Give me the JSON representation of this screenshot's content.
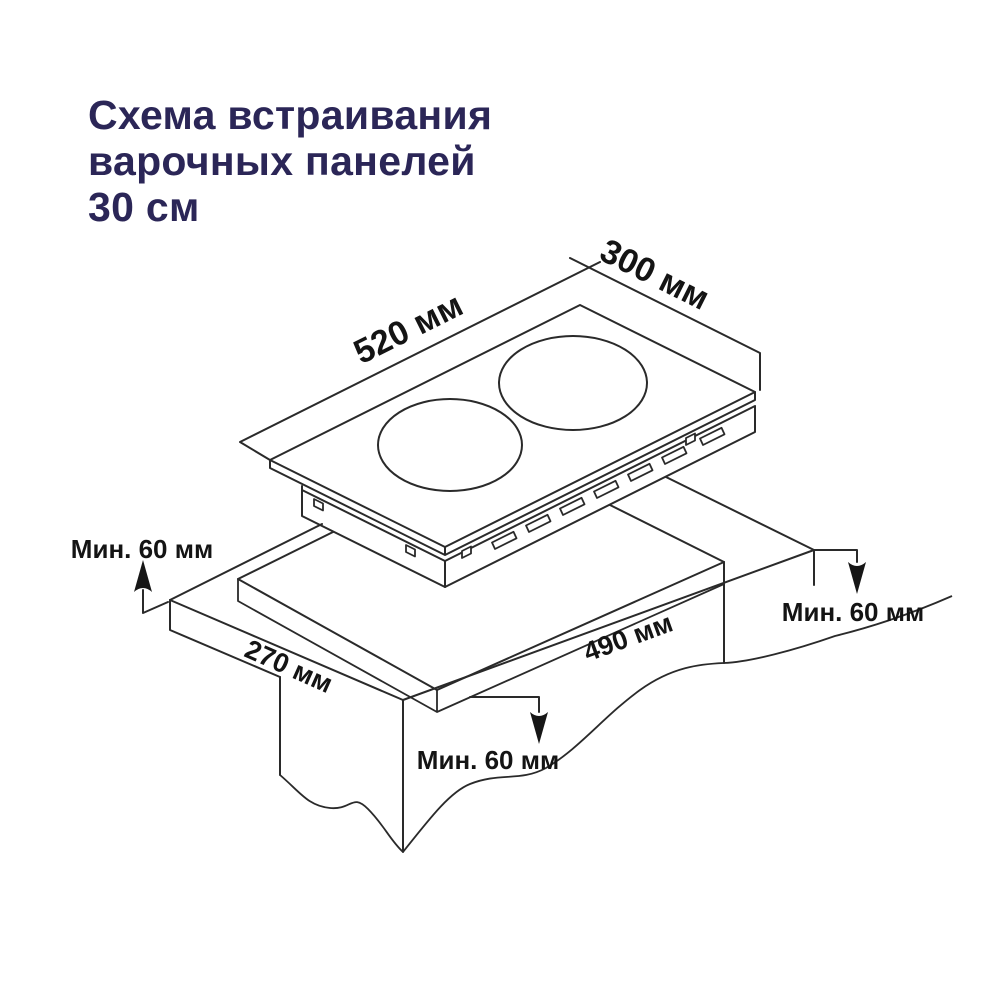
{
  "title": {
    "line1": "Схема встраивания",
    "line2": "варочных панелей",
    "line3": "30 см"
  },
  "diagram": {
    "hob": {
      "width_label": "520 мм",
      "depth_label": "300 мм",
      "burner_count": 2
    },
    "cutout": {
      "width_label": "490 мм",
      "depth_label": "270 мм"
    },
    "clearances": {
      "left": "Мин. 60 мм",
      "right": "Мин. 60 мм",
      "bottom": "Мин. 60 мм"
    }
  },
  "colors": {
    "title_text": "#2b2657",
    "diagram_line": "#2a2a2a",
    "label_text": "#141414",
    "background": "#ffffff"
  }
}
